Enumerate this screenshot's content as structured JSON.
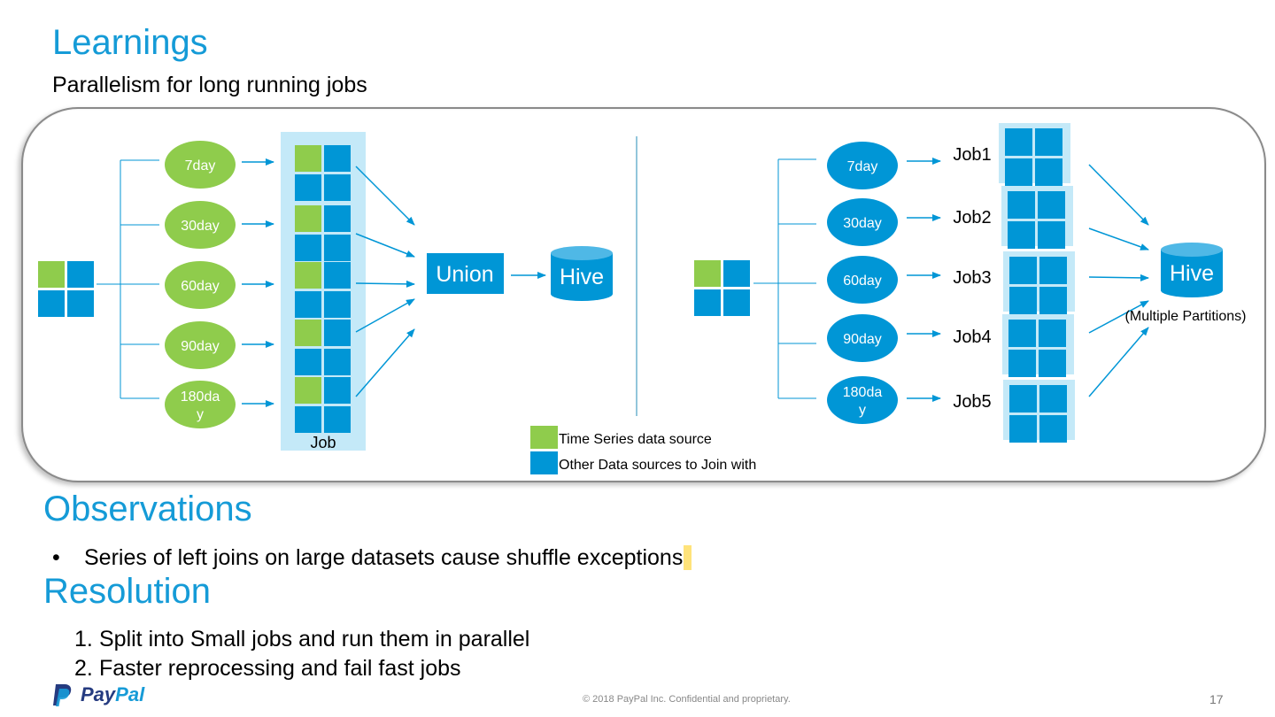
{
  "slide": {
    "title": "Learnings",
    "subtitle": "Parallelism for long running jobs",
    "colors": {
      "accent": "#159bd7",
      "green": "#8fcc4c",
      "blue": "#0096d6",
      "light_blue": "#c4e9f8"
    }
  },
  "diagram": {
    "left": {
      "windows": [
        "7day",
        "30day",
        "60day",
        "90day",
        "180da\ny"
      ],
      "job_label": "Job",
      "union_label": "Union",
      "hive_label": "Hive"
    },
    "right": {
      "windows": [
        "7day",
        "30day",
        "60day",
        "90day",
        "180da\ny"
      ],
      "jobs": [
        "Job1",
        "Job2",
        "Job3",
        "Job4",
        "Job5"
      ],
      "hive_label": "Hive",
      "hive_caption": "(Multiple Partitions)"
    },
    "legend": [
      {
        "label": "Time Series data source",
        "color": "#8fcc4c"
      },
      {
        "label": "Other Data sources to Join with",
        "color": "#0096d6"
      }
    ]
  },
  "observations": {
    "title": "Observations",
    "bullets": [
      "Series of left joins on large datasets cause shuffle exceptions"
    ]
  },
  "resolution": {
    "title": "Resolution",
    "items": [
      {
        "num": "1.",
        "text": "Split into Small jobs and run them in parallel"
      },
      {
        "num": "2.",
        "text": "Faster reprocessing and fail fast jobs"
      }
    ]
  },
  "footer": {
    "logo_pay": "Pay",
    "logo_pal": "Pal",
    "copyright": "© 2018 PayPal Inc. Confidential and proprietary.",
    "page_number": "17"
  }
}
